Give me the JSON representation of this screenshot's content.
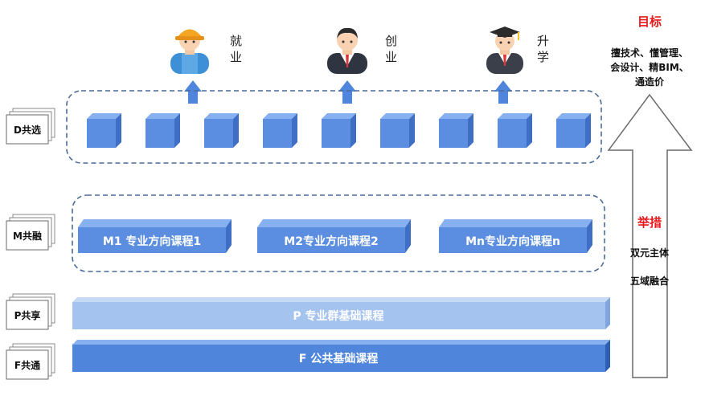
{
  "diagram": {
    "outcomes": [
      {
        "label_line1": "就",
        "label_line2": "业",
        "icon": "worker-icon"
      },
      {
        "label_line1": "创",
        "label_line2": "业",
        "icon": "businessman-icon"
      },
      {
        "label_line1": "升",
        "label_line2": "学",
        "icon": "graduate-icon"
      }
    ],
    "tiers": {
      "d": {
        "label": "D共选",
        "cube_count": 9
      },
      "m": {
        "label": "M共融",
        "courses": [
          "M1 专业方向课程1",
          "M2专业方向课程2",
          "Mn专业方向课程n"
        ]
      },
      "p": {
        "label": "P共享",
        "bar": "P 专业群基础课程"
      },
      "f": {
        "label": "F共通",
        "bar": "F 公共基础课程"
      }
    },
    "goal": {
      "heading": "目标",
      "lines": [
        "擅技术、懂管理、",
        "会设计、精BIM、",
        "通造价"
      ]
    },
    "measures": {
      "heading": "举措",
      "lines": [
        "双元主体",
        "五域融合"
      ]
    },
    "colors": {
      "cube_front": "#5b8ee0",
      "cube_top": "#86b0ef",
      "cube_side": "#3e6fc4",
      "p_bar": "#a5c3ef",
      "f_bar": "#4f86dc",
      "dash": "#4a6a9a",
      "heading_red": "#e8191d"
    }
  }
}
